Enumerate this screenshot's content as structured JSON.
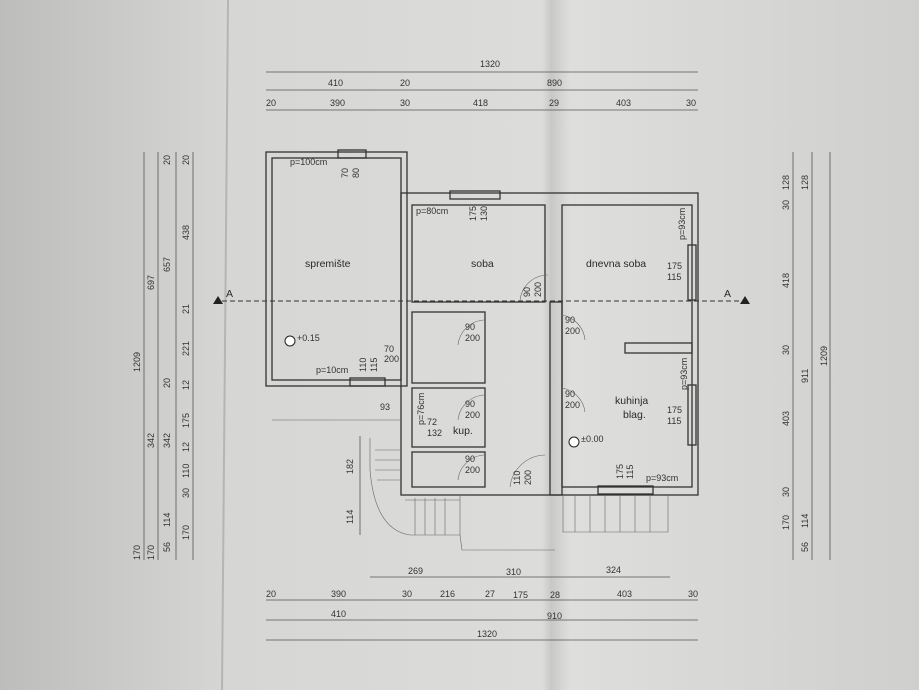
{
  "rooms": {
    "storage": "spremište",
    "room": "soba",
    "living": "dnevna soba",
    "kitchen_1": "kuhinja",
    "kitchen_2": "blag.",
    "bath": "kup."
  },
  "section": {
    "left": "A",
    "right": "A"
  },
  "levels": {
    "storage": "+0.15",
    "kitchen": "±0.00"
  },
  "top_dims": {
    "total": "1320",
    "r2": [
      "410",
      "20",
      "890"
    ],
    "r3": [
      "20",
      "390",
      "30",
      "418",
      "29",
      "403",
      "30"
    ]
  },
  "bottom_dims": {
    "r1": [
      "269",
      "310",
      "324"
    ],
    "r2": [
      "20",
      "390",
      "30",
      "216",
      "27",
      "175",
      "28",
      "403",
      "30"
    ],
    "r3": [
      "410",
      "910"
    ],
    "total": "1320"
  },
  "left_dims": {
    "c1": [
      "1209",
      "170"
    ],
    "c2": [
      "697",
      "342",
      "170"
    ],
    "c3": [
      "20",
      "657",
      "20",
      "342",
      "114",
      "56"
    ],
    "c4": [
      "20",
      "438",
      "21",
      "221",
      "12",
      "175",
      "12",
      "110",
      "30",
      "170"
    ]
  },
  "right_dims": {
    "c1": [
      "128",
      "30",
      "418",
      "30",
      "403",
      "30",
      "170"
    ],
    "c2": [
      "128",
      "911",
      "114",
      "56"
    ],
    "c3": [
      "1209"
    ]
  },
  "annotations": {
    "p100": "p=100cm",
    "w1a": "70",
    "w1b": "80",
    "p80": "p=80cm",
    "w2a": "175",
    "w2b": "130",
    "d1a": "90",
    "d1b": "200",
    "p93a": "p=93cm",
    "w3a": "175",
    "w3b": "115",
    "d2a": "90",
    "d2b": "200",
    "d3a": "90",
    "d3b": "200",
    "d4a": "70",
    "d4b": "200",
    "w4a": "110",
    "w4b": "115",
    "p10": "p=10cm",
    "dim93": "93",
    "p76": "p=76cm",
    "w5a": "72",
    "w5b": "132",
    "d5a": "90",
    "d5b": "200",
    "d6a": "90",
    "d6b": "200",
    "p93b": "p=93cm",
    "w6a": "175",
    "w6b": "115",
    "d7a": "90",
    "d7b": "200",
    "d8a": "110",
    "d8b": "200",
    "s182": "182",
    "s114": "114",
    "w7a": "175",
    "w7b": "115",
    "p93c": "p=93cm"
  }
}
